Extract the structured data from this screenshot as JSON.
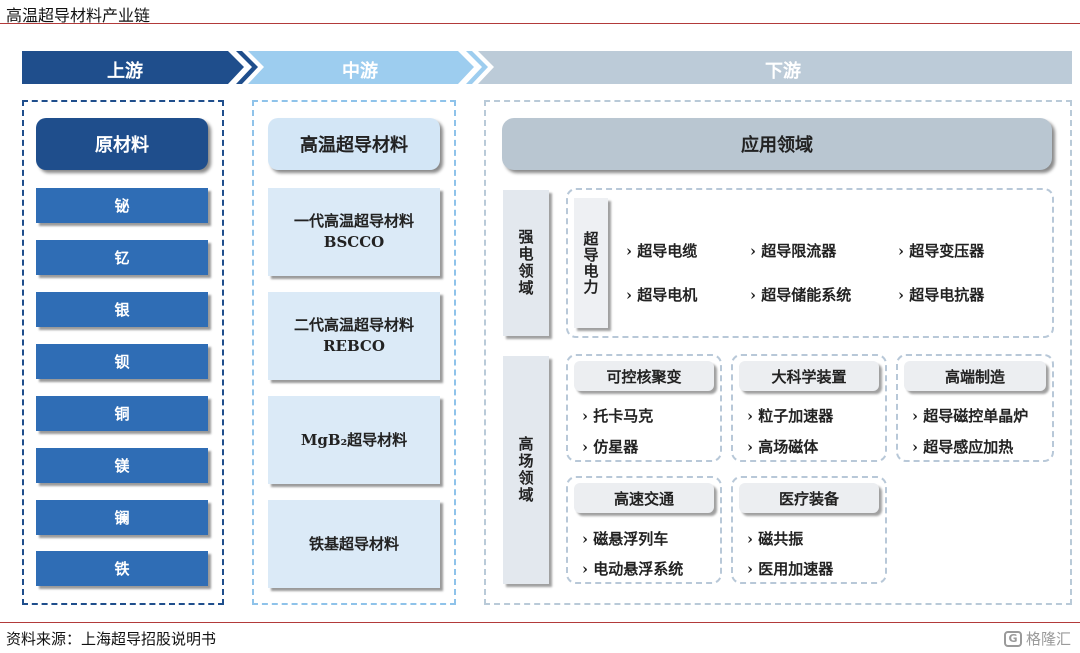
{
  "page_title": "高温超导材料产业链",
  "source": "资料来源：上海超导招股说明书",
  "watermark": "格隆汇",
  "stages": {
    "upstream": "上游",
    "midstream": "中游",
    "downstream": "下游"
  },
  "upstream": {
    "header": "原材料",
    "items": [
      "铋",
      "钇",
      "银",
      "钡",
      "铜",
      "镁",
      "镧",
      "铁"
    ]
  },
  "midstream": {
    "header": "高温超导材料",
    "items": [
      {
        "line1": "一代高温超导材料",
        "line2": "BSCCO"
      },
      {
        "line1": "二代高温超导材料",
        "line2": "REBCO"
      },
      {
        "line1": "MgB₂超导材料",
        "line2": ""
      },
      {
        "line1": "铁基超导材料",
        "line2": ""
      }
    ]
  },
  "downstream": {
    "header": "应用领域",
    "strong_power": {
      "label": "强电领域",
      "sub_label": "超导电力",
      "items": [
        "超导电缆",
        "超导限流器",
        "超导变压器",
        "超导电机",
        "超导储能系统",
        "超导电抗器"
      ]
    },
    "high_field": {
      "label": "高场领域",
      "groups": [
        {
          "title": "可控核聚变",
          "items": [
            "托卡马克",
            "仿星器"
          ]
        },
        {
          "title": "大科学装置",
          "items": [
            "粒子加速器",
            "高场磁体"
          ]
        },
        {
          "title": "高端制造",
          "items": [
            "超导磁控单晶炉",
            "超导感应加热"
          ]
        },
        {
          "title": "高速交通",
          "items": [
            "磁悬浮列车",
            "电动悬浮系统"
          ]
        },
        {
          "title": "医疗装备",
          "items": [
            "磁共振",
            "医用加速器"
          ]
        }
      ]
    }
  },
  "colors": {
    "upstream": "#1f4e8c",
    "midstream": "#8fc3ea",
    "downstream": "#b9cad8",
    "rule": "#b23a3a"
  }
}
